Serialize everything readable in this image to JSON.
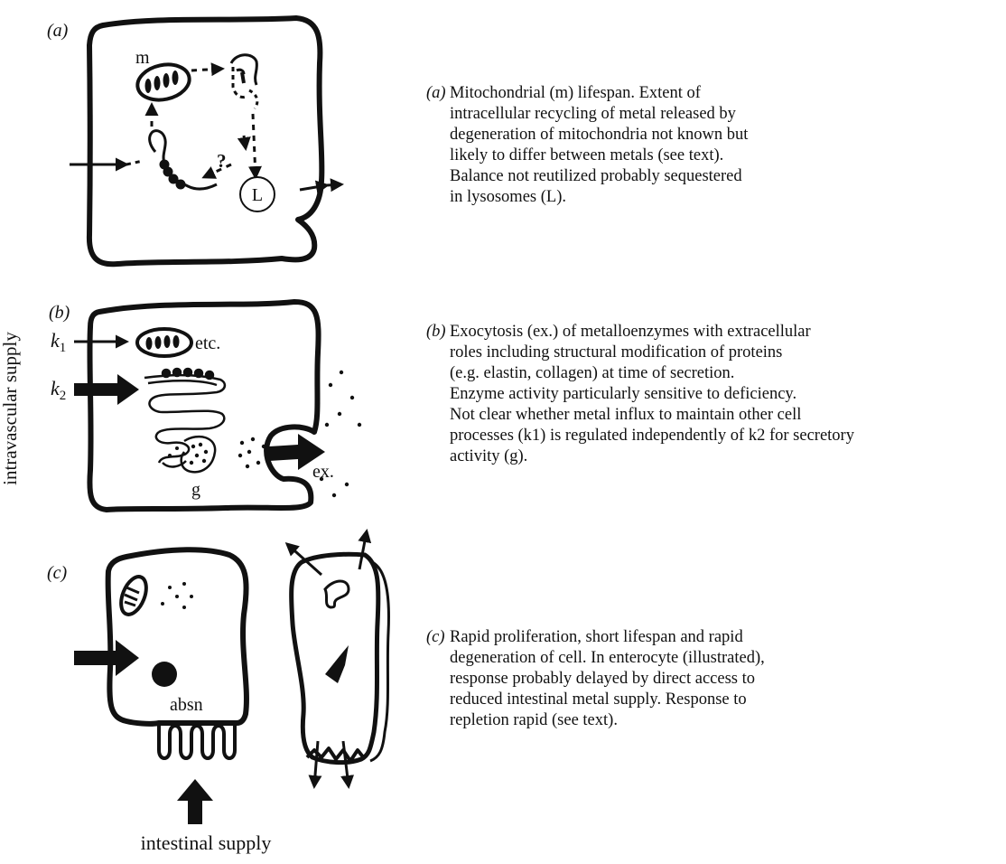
{
  "panels": {
    "a": {
      "label": "(a)",
      "mito_label": "m",
      "unknown_label": "?",
      "lysosome_label": "L",
      "caption": "Mitochondrial (m) lifespan. Extent of intracellular recycling of metal released by degeneration of mitochondria not known but likely to differ between metals (see text). Balance not reutilized probably sequestered in lysosomes (L)."
    },
    "b": {
      "label": "(b)",
      "k1_base": "k",
      "k1_sub": "1",
      "k2_base": "k",
      "k2_sub": "2",
      "etc_label": "etc.",
      "golgi_label": "g",
      "exocytosis_label": "ex.",
      "caption_lines": [
        "Exocytosis (ex.) of metalloenzymes with extracellular",
        "roles including structural modification of proteins",
        "(e.g. elastin, collagen) at time of secretion.",
        "Enzyme activity particularly sensitive to deficiency.",
        "Not clear whether metal influx to maintain other cell",
        "processes (k1) is regulated independently of k2 for secretory",
        "activity (g)."
      ]
    },
    "c": {
      "label": "(c)",
      "absorption_label": "absn",
      "caption": "Rapid proliferation, short lifespan and rapid degeneration of cell. In enterocyte (illustrated), response probably delayed by direct access to reduced intestinal metal supply. Response to repletion rapid (see text)."
    }
  },
  "side_label": "intravascular supply",
  "bottom_label": "intestinal supply"
}
